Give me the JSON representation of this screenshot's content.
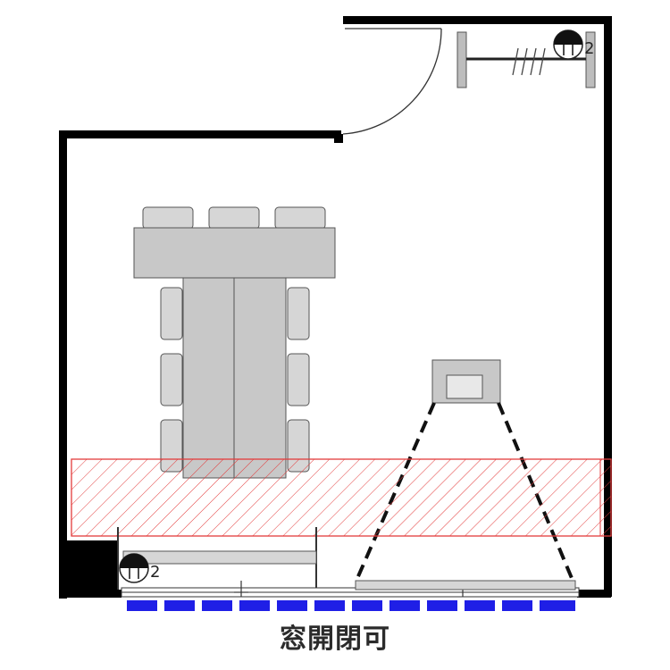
{
  "caption": "窓開閉可",
  "labels": {
    "outlet_top": "2",
    "outlet_bottom": "2"
  },
  "colors": {
    "wall": "#000000",
    "furniture_fill": "#cfcfcf",
    "furniture_stroke": "#555555",
    "hatch": "#e33c3c",
    "window_blocks": "#1f1fe6"
  },
  "icons": [
    "door-swing-icon",
    "chair-icon",
    "desk-icon",
    "projector-icon",
    "outlet-icon",
    "whiteboard-icon"
  ]
}
